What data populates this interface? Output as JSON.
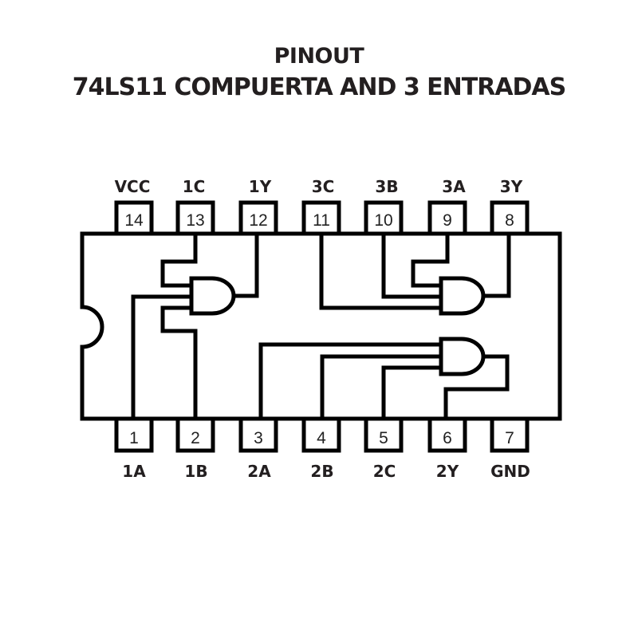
{
  "title": {
    "line1": "PINOUT",
    "line2": "74LS11 COMPUERTA AND 3 ENTRADAS"
  },
  "colors": {
    "ink": "#000000",
    "text": "#231f20",
    "background": "#ffffff"
  },
  "top_pins": [
    {
      "number": "14",
      "label": "VCC"
    },
    {
      "number": "13",
      "label": "1C"
    },
    {
      "number": "12",
      "label": "1Y"
    },
    {
      "number": "11",
      "label": "3C"
    },
    {
      "number": "10",
      "label": "3B"
    },
    {
      "number": "9",
      "label": "3A"
    },
    {
      "number": "8",
      "label": "3Y"
    }
  ],
  "bottom_pins": [
    {
      "number": "1",
      "label": "1A"
    },
    {
      "number": "2",
      "label": "1B"
    },
    {
      "number": "3",
      "label": "2A"
    },
    {
      "number": "4",
      "label": "2B"
    },
    {
      "number": "5",
      "label": "2C"
    },
    {
      "number": "6",
      "label": "2Y"
    },
    {
      "number": "7",
      "label": "GND"
    }
  ],
  "gates": [
    {
      "name": "gate-1",
      "type": "AND",
      "inputs": [
        "1A",
        "1B",
        "1C"
      ],
      "output": "1Y"
    },
    {
      "name": "gate-2",
      "type": "AND",
      "inputs": [
        "2A",
        "2B",
        "2C"
      ],
      "output": "2Y"
    },
    {
      "name": "gate-3",
      "type": "AND",
      "inputs": [
        "3A",
        "3B",
        "3C"
      ],
      "output": "3Y"
    }
  ]
}
